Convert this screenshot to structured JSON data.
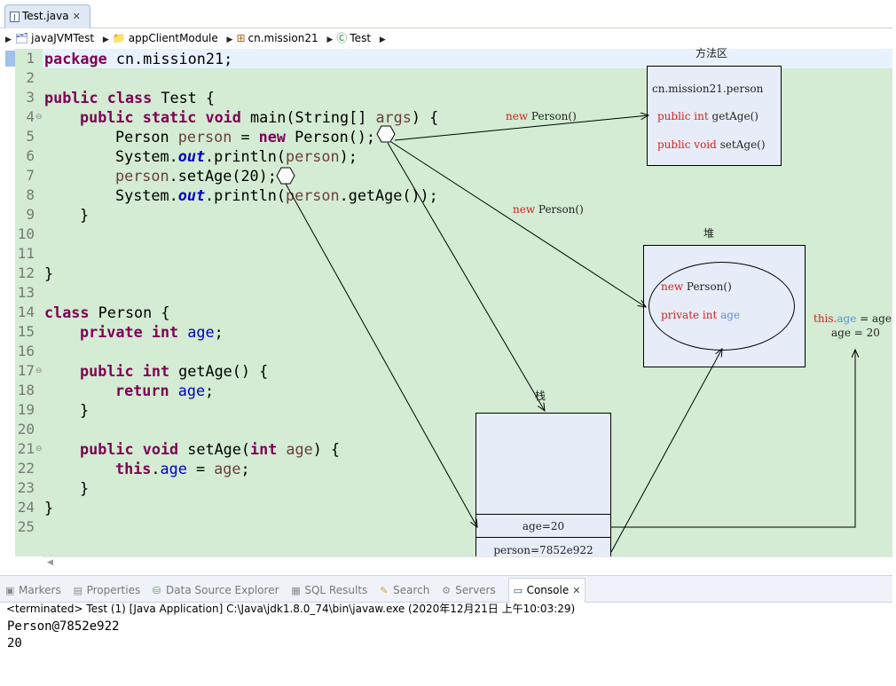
{
  "tab": {
    "title": "Test.java",
    "close": "✕",
    "icon": "java-file-icon"
  },
  "breadcrumb": [
    {
      "label": "javaJVMTest",
      "icon": "project-icon"
    },
    {
      "label": "appClientModule",
      "icon": "source-folder-icon"
    },
    {
      "label": "cn.mission21",
      "icon": "package-icon"
    },
    {
      "label": "Test",
      "icon": "class-icon"
    }
  ],
  "editor": {
    "line_numbers": [
      "1",
      "2",
      "3",
      "4",
      "5",
      "6",
      "7",
      "8",
      "9",
      "10",
      "11",
      "12",
      "13",
      "14",
      "15",
      "16",
      "17",
      "18",
      "19",
      "20",
      "21",
      "22",
      "23",
      "24",
      "25"
    ],
    "code": {
      "l1a": "package",
      "l1b": " cn.mission21;",
      "l3a": "public",
      "l3b": "class",
      "l3c": " Test {",
      "l4a": "public",
      "l4b": "static",
      "l4c": "void",
      "l4d": " main(String[] ",
      "l4e": "args",
      "l4f": ") {",
      "l5a": "Person ",
      "l5b": "person",
      "l5c": " = ",
      "l5d": "new",
      "l5e": " Person();",
      "l6a": "System.",
      "l6b": "out",
      "l6c": ".println(",
      "l6d": "person",
      "l6e": ");",
      "l7a": "person",
      "l7b": ".setAge(20);",
      "l8a": "System.",
      "l8b": "out",
      "l8c": ".println(",
      "l8d": "person",
      "l8e": ".getAge());",
      "l9": "}",
      "l12": "}",
      "l14a": "class",
      "l14b": " Person {",
      "l15a": "private",
      "l15b": "int",
      "l15c": "age",
      "l15d": ";",
      "l17a": "public",
      "l17b": "int",
      "l17c": " getAge() {",
      "l18a": "return",
      "l18b": "age",
      "l18c": ";",
      "l19": "}",
      "l21a": "public",
      "l21b": "void",
      "l21c": " setAge(",
      "l21d": "int",
      "l21e": "age",
      "l21f": ") {",
      "l22a": "this",
      "l22b": ".",
      "l22c": "age",
      "l22d": " = ",
      "l22e": "age",
      "l22f": ";",
      "l23": "}",
      "l24": "}"
    }
  },
  "diagram": {
    "method_area": {
      "title": "方法区",
      "class_name": "cn.mission21.person",
      "m1_mod": "public int",
      "m1_name": " getAge()",
      "m2_mod": "public void",
      "m2_name": " setAge()"
    },
    "heap": {
      "title": "堆",
      "new_kw": "new",
      "new_rest": " Person()",
      "field_mod": "private int",
      "field_name": "age"
    },
    "stack": {
      "title": "栈",
      "age": "age=20",
      "person": "person=7852e922"
    },
    "arrow_label1": {
      "kw": "new",
      "rest": " Person()"
    },
    "arrow_label2": {
      "kw": "new",
      "rest": " Person()"
    },
    "note": {
      "this": "this.",
      "age1": "age",
      "assign": " = age",
      "line2": "age = 20"
    }
  },
  "panel": {
    "tabs": [
      {
        "label": "Markers",
        "icon": "markers-icon"
      },
      {
        "label": "Properties",
        "icon": "properties-icon"
      },
      {
        "label": "Data Source Explorer",
        "icon": "data-source-icon"
      },
      {
        "label": "SQL Results",
        "icon": "sql-results-icon"
      },
      {
        "label": "Search",
        "icon": "search-icon"
      },
      {
        "label": "Servers",
        "icon": "servers-icon"
      },
      {
        "label": "Console",
        "icon": "console-icon",
        "close": "✕"
      }
    ],
    "status": "<terminated> Test (1) [Java Application] C:\\Java\\jdk1.8.0_74\\bin\\javaw.exe (2020年12月21日 上午10:03:29)",
    "output": [
      "Person@7852e922",
      "20"
    ]
  },
  "colors": {
    "keyword": "#7f0055",
    "field": "#0000c0",
    "local_var": "#6a3e3e",
    "editor_bg": "#d3ecd3",
    "box_bg": "#e7edf8",
    "red_text": "#d52020"
  }
}
